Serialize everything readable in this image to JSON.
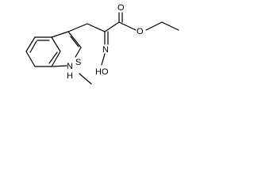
{
  "molecule": {
    "atoms": {
      "carbonyl_oxygen": "O",
      "ester_oxygen": "O",
      "imine_nitrogen": "N",
      "hydroxyl": "HO",
      "indole_nh_n": "N",
      "indole_nh_h": "H",
      "sulfur": "S"
    }
  },
  "colors": {
    "bond": "#000000",
    "label": "#000000",
    "background": "#ffffff"
  }
}
